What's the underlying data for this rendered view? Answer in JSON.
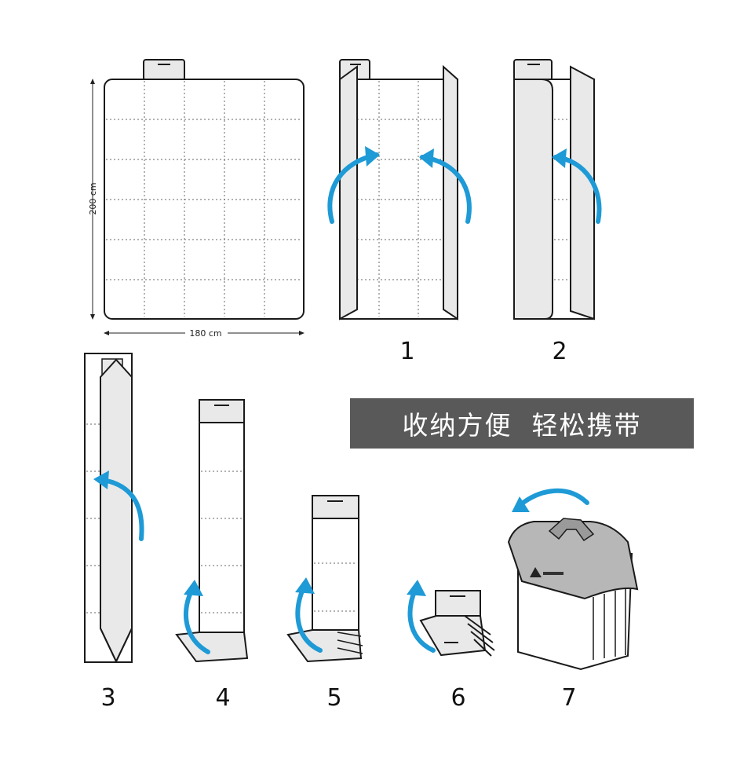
{
  "dimensions": {
    "height": "200 cm",
    "width": "180 cm"
  },
  "banner": {
    "text": "收纳方便  轻松携带"
  },
  "steps": [
    "1",
    "2",
    "3",
    "4",
    "5",
    "6",
    "7"
  ],
  "colors": {
    "arrow": "#1e9ad6",
    "outline": "#1a1a1a",
    "panel": "#e9e9e9",
    "banner": "#595959"
  }
}
